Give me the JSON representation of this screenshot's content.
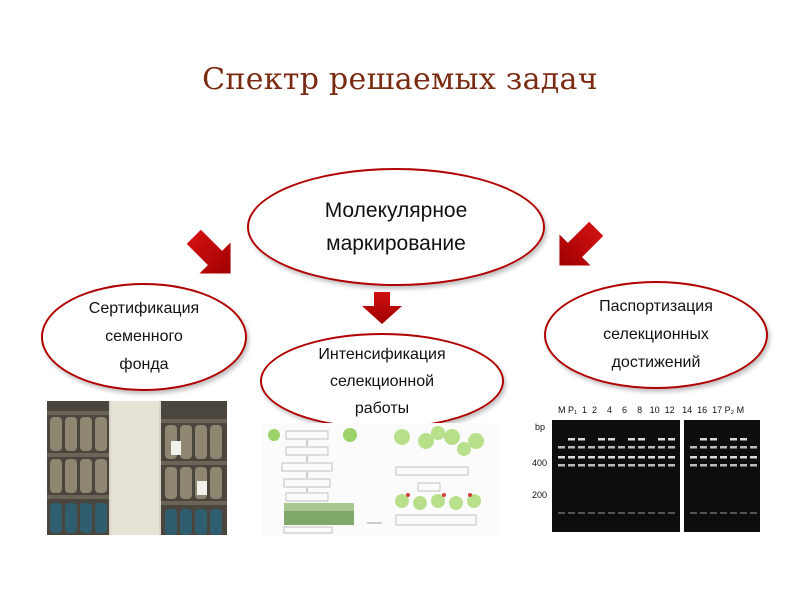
{
  "title": "Спектр решаемых задач",
  "nodes": {
    "center": {
      "line1": "Молекулярное",
      "line2": "маркирование"
    },
    "left": {
      "line1": "Сертификация",
      "line2": "семенного",
      "line3": "фонда"
    },
    "middle": {
      "line1": "Интенсификация",
      "line2": "селекционной",
      "line3": "работы"
    },
    "right": {
      "line1": "Паспортизация",
      "line2": "селекционных",
      "line3": "достижений"
    }
  },
  "gel": {
    "header": "M P₁  1  2    4    6    8   10  12   14  16  17 P₂ M",
    "unit": "bp",
    "marker_400": "400",
    "marker_200": "200"
  },
  "colors": {
    "title": "#7a2a10",
    "ellipse_border": "#b00000",
    "arrow": "#c00000"
  }
}
